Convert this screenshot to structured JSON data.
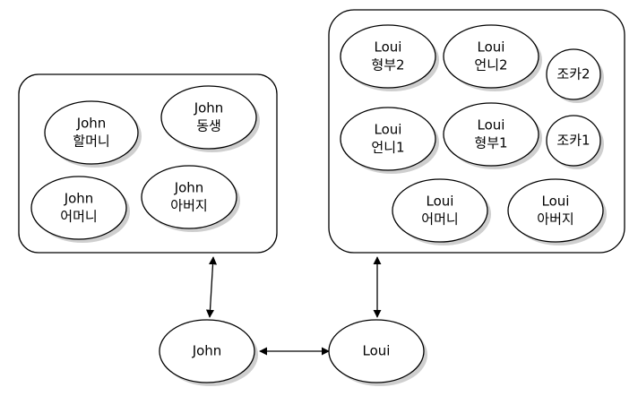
{
  "groups": [
    {
      "id": "john-family",
      "members": [
        {
          "id": "john-grandmother",
          "lines": [
            "John",
            "할머니"
          ]
        },
        {
          "id": "john-sibling",
          "lines": [
            "John",
            "동생"
          ]
        },
        {
          "id": "john-mother",
          "lines": [
            "John",
            "어머니"
          ]
        },
        {
          "id": "john-father",
          "lines": [
            "John",
            "아버지"
          ]
        }
      ]
    },
    {
      "id": "loui-family",
      "members": [
        {
          "id": "loui-brother-in-law-2",
          "lines": [
            "Loui",
            "형부2"
          ]
        },
        {
          "id": "loui-sister-2",
          "lines": [
            "Loui",
            "언니2"
          ]
        },
        {
          "id": "loui-niece-2",
          "lines": [
            "조카2"
          ]
        },
        {
          "id": "loui-sister-1",
          "lines": [
            "Loui",
            "언니1"
          ]
        },
        {
          "id": "loui-brother-in-law-1",
          "lines": [
            "Loui",
            "형부1"
          ]
        },
        {
          "id": "loui-niece-1",
          "lines": [
            "조카1"
          ]
        },
        {
          "id": "loui-mother",
          "lines": [
            "Loui",
            "어머니"
          ]
        },
        {
          "id": "loui-father",
          "lines": [
            "Loui",
            "아버지"
          ]
        }
      ]
    }
  ],
  "people": [
    {
      "id": "john",
      "lines": [
        "John"
      ]
    },
    {
      "id": "loui",
      "lines": [
        "Loui"
      ]
    }
  ],
  "connections": [
    {
      "from": "john",
      "to": "john-family",
      "arrows": "both"
    },
    {
      "from": "loui",
      "to": "loui-family",
      "arrows": "both"
    },
    {
      "from": "john",
      "to": "loui",
      "arrows": "both"
    }
  ],
  "colors": {
    "stroke": "#000000",
    "fill": "#ffffff",
    "shadow": "#a8a8a8"
  }
}
